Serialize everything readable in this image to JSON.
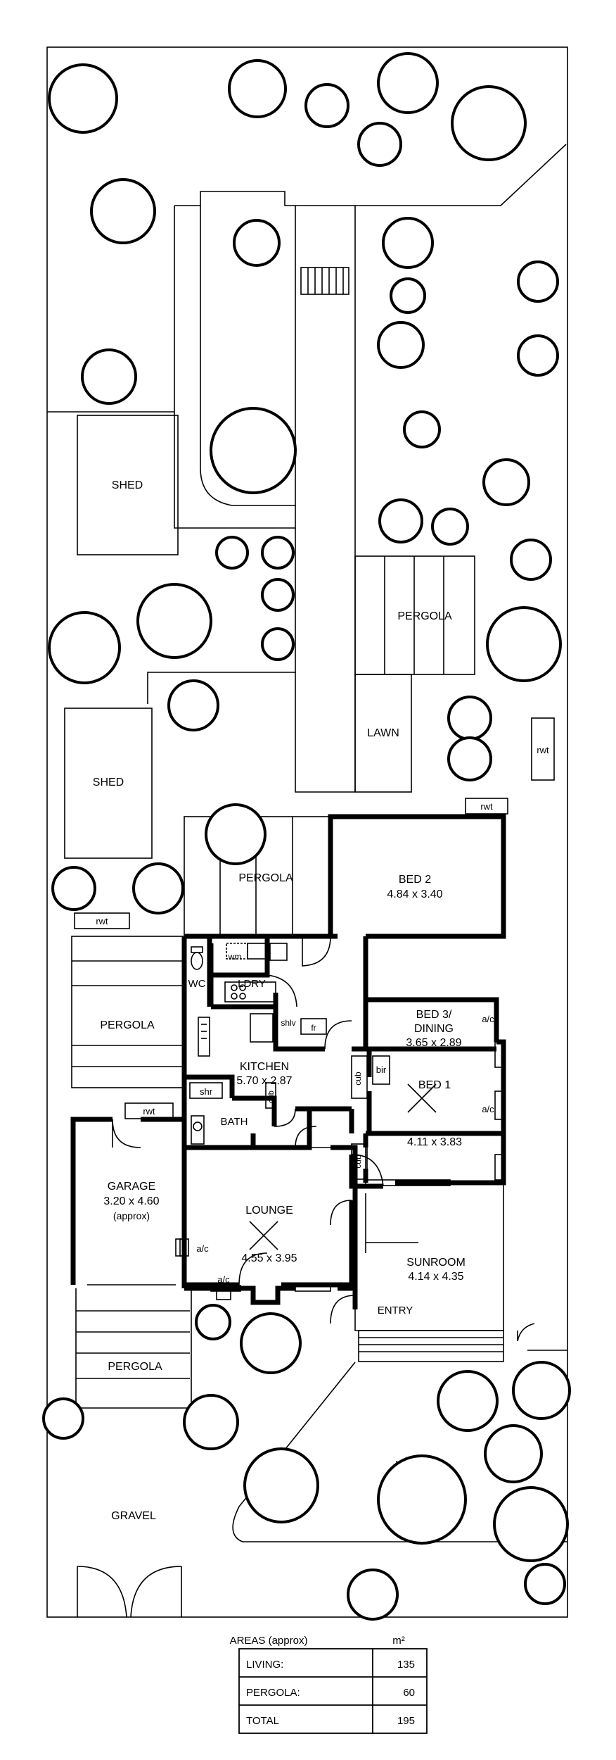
{
  "rooms": {
    "bed2": {
      "name": "BED 2",
      "dims": "4.84 x 3.40"
    },
    "bed3": {
      "name": "BED 3/",
      "name2": "DINING",
      "dims": "3.65 x 2.89"
    },
    "kitchen": {
      "name": "KITCHEN",
      "dims": "5.70 x 2.87"
    },
    "bed1": {
      "name": "BED 1",
      "dims": "4.11 x 3.83"
    },
    "lounge": {
      "name": "LOUNGE",
      "dims": "4.55 x 3.95"
    },
    "sunroom": {
      "name": "SUNROOM",
      "dims": "4.14 x 4.35"
    },
    "garage": {
      "name": "GARAGE",
      "dims": "3.20 x 4.60",
      "note": "(approx)"
    },
    "wc": "WC",
    "ldry": "LDRY",
    "bath": "BATH",
    "entry": "ENTRY"
  },
  "fixtures": {
    "wm": "wm",
    "shlv": "shlv",
    "fr": "fr",
    "shr": "shr",
    "cub": "cub",
    "bir": "bir",
    "ac": "a/c",
    "rwt": "rwt"
  },
  "outdoor": {
    "shed": "SHED",
    "pergola": "PERGOLA",
    "lawn": "LAWN",
    "gravel": "GRAVEL"
  },
  "areas": {
    "title": "AREAS (approx)",
    "unit": "m²",
    "rows": [
      {
        "label": "LIVING:",
        "value": "135"
      },
      {
        "label": "PERGOLA:",
        "value": "60"
      },
      {
        "label": "TOTAL",
        "value": "195"
      }
    ]
  }
}
